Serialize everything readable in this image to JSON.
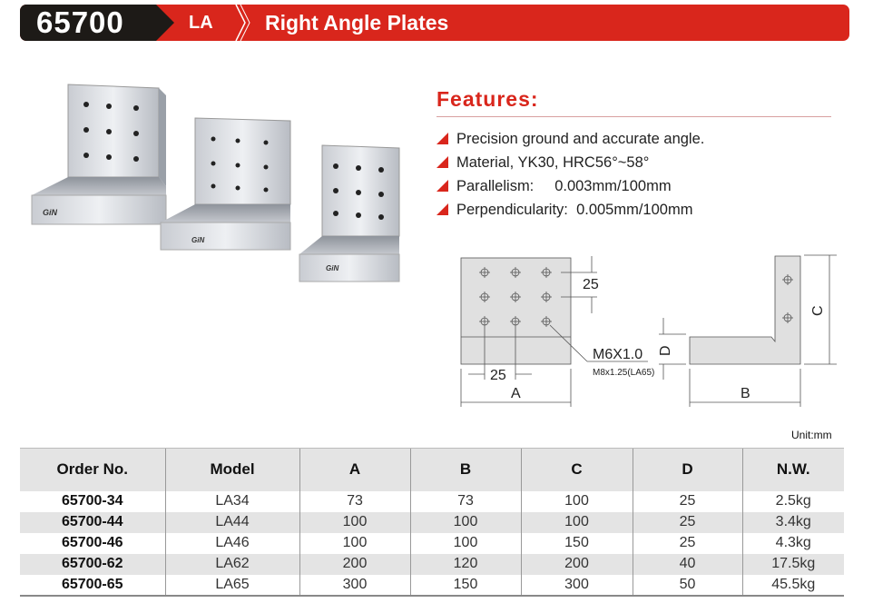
{
  "header": {
    "code": "65700",
    "series": "LA",
    "title": "Right Angle Plates"
  },
  "logo": "GiN",
  "features": {
    "title": "Features:",
    "items": [
      "Precision ground and accurate angle.",
      "Material, YK30, HRC56°~58°",
      "Parallelism:     0.003mm/100mm",
      "Perpendicularity:  0.005mm/100mm"
    ]
  },
  "drawing": {
    "pitch_v": "25",
    "pitch_h": "25",
    "dim_a": "A",
    "dim_b": "B",
    "dim_c": "C",
    "dim_d": "D",
    "thread": "M6X1.0",
    "thread_alt": "M8x1.25(LA65)"
  },
  "unit": "Unit:mm",
  "table": {
    "headers": [
      "Order No.",
      "Model",
      "A",
      "B",
      "C",
      "D",
      "N.W."
    ],
    "rows": [
      [
        "65700-34",
        "LA34",
        "73",
        "73",
        "100",
        "25",
        "2.5kg"
      ],
      [
        "65700-44",
        "LA44",
        "100",
        "100",
        "100",
        "25",
        "3.4kg"
      ],
      [
        "65700-46",
        "LA46",
        "100",
        "100",
        "150",
        "25",
        "4.3kg"
      ],
      [
        "65700-62",
        "LA62",
        "200",
        "120",
        "200",
        "40",
        "17.5kg"
      ],
      [
        "65700-65",
        "LA65",
        "300",
        "150",
        "300",
        "50",
        "45.5kg"
      ]
    ]
  }
}
